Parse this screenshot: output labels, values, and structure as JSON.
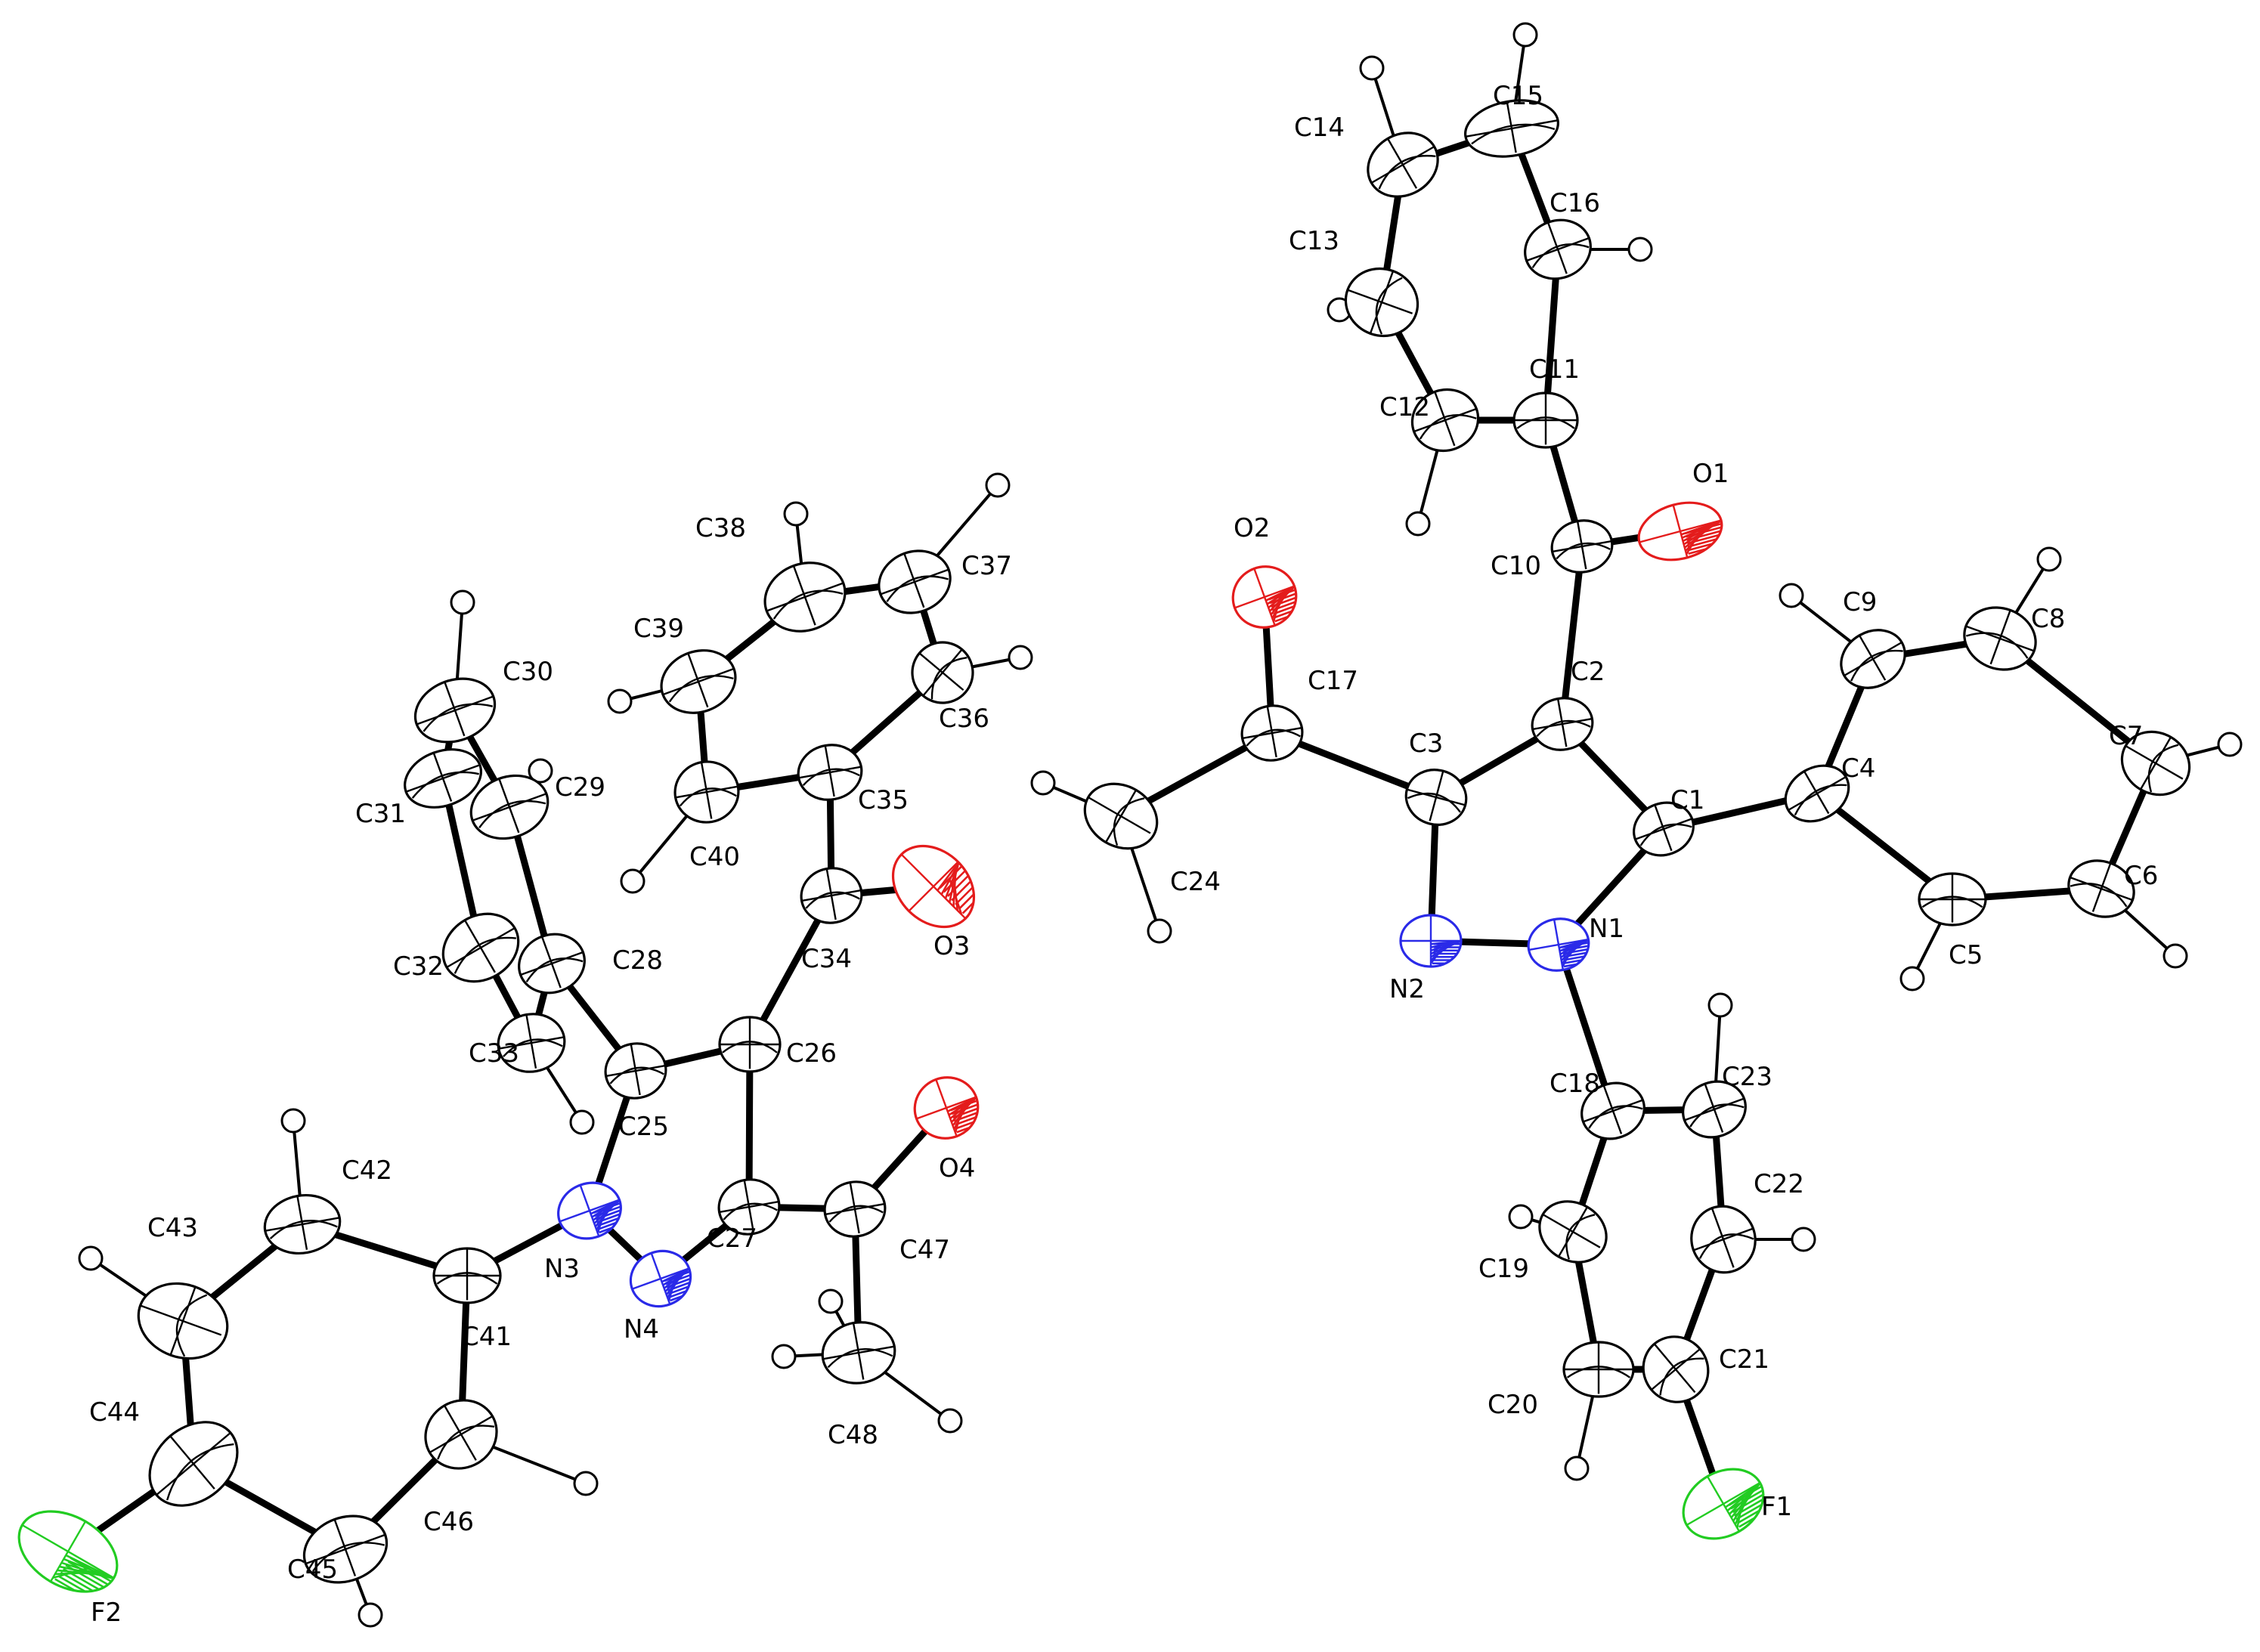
{
  "figure": {
    "type": "ORTEP crystal structure diagram",
    "molecules": 2
  },
  "colors": {
    "C": "#000000",
    "N": "#2a2ae8",
    "O": "#e41c1c",
    "F": "#22cc22",
    "H": "#000000"
  },
  "atoms": [
    {
      "id": "C1",
      "element": "C",
      "label": "C1"
    },
    {
      "id": "C2",
      "element": "C",
      "label": "C2"
    },
    {
      "id": "C3",
      "element": "C",
      "label": "C3"
    },
    {
      "id": "N1",
      "element": "N",
      "label": "N1"
    },
    {
      "id": "N2",
      "element": "N",
      "label": "N2"
    },
    {
      "id": "C4",
      "element": "C",
      "label": "C4"
    },
    {
      "id": "C5",
      "element": "C",
      "label": "C5"
    },
    {
      "id": "C6",
      "element": "C",
      "label": "C6"
    },
    {
      "id": "C7",
      "element": "C",
      "label": "C7"
    },
    {
      "id": "C8",
      "element": "C",
      "label": "C8"
    },
    {
      "id": "C9",
      "element": "C",
      "label": "C9"
    },
    {
      "id": "C10",
      "element": "C",
      "label": "C10"
    },
    {
      "id": "O1",
      "element": "O",
      "label": "O1"
    },
    {
      "id": "C11",
      "element": "C",
      "label": "C11"
    },
    {
      "id": "C12",
      "element": "C",
      "label": "C12"
    },
    {
      "id": "C13",
      "element": "C",
      "label": "C13"
    },
    {
      "id": "C14",
      "element": "C",
      "label": "C14"
    },
    {
      "id": "C15",
      "element": "C",
      "label": "C15"
    },
    {
      "id": "C16",
      "element": "C",
      "label": "C16"
    },
    {
      "id": "C17",
      "element": "C",
      "label": "C17"
    },
    {
      "id": "O2",
      "element": "O",
      "label": "O2"
    },
    {
      "id": "C24",
      "element": "C",
      "label": "C24"
    },
    {
      "id": "C18",
      "element": "C",
      "label": "C18"
    },
    {
      "id": "C19",
      "element": "C",
      "label": "C19"
    },
    {
      "id": "C20",
      "element": "C",
      "label": "C20"
    },
    {
      "id": "C21",
      "element": "C",
      "label": "C21"
    },
    {
      "id": "C22",
      "element": "C",
      "label": "C22"
    },
    {
      "id": "C23",
      "element": "C",
      "label": "C23"
    },
    {
      "id": "F1",
      "element": "F",
      "label": "F1"
    },
    {
      "id": "C25",
      "element": "C",
      "label": "C25"
    },
    {
      "id": "C26",
      "element": "C",
      "label": "C26"
    },
    {
      "id": "C27",
      "element": "C",
      "label": "C27"
    },
    {
      "id": "N3",
      "element": "N",
      "label": "N3"
    },
    {
      "id": "N4",
      "element": "N",
      "label": "N4"
    },
    {
      "id": "C28",
      "element": "C",
      "label": "C28"
    },
    {
      "id": "C29",
      "element": "C",
      "label": "C29"
    },
    {
      "id": "C30",
      "element": "C",
      "label": "C30"
    },
    {
      "id": "C31",
      "element": "C",
      "label": "C31"
    },
    {
      "id": "C32",
      "element": "C",
      "label": "C32"
    },
    {
      "id": "C33",
      "element": "C",
      "label": "C33"
    },
    {
      "id": "C34",
      "element": "C",
      "label": "C34"
    },
    {
      "id": "O3",
      "element": "O",
      "label": "O3"
    },
    {
      "id": "C35",
      "element": "C",
      "label": "C35"
    },
    {
      "id": "C36",
      "element": "C",
      "label": "C36"
    },
    {
      "id": "C37",
      "element": "C",
      "label": "C37"
    },
    {
      "id": "C38",
      "element": "C",
      "label": "C38"
    },
    {
      "id": "C39",
      "element": "C",
      "label": "C39"
    },
    {
      "id": "C40",
      "element": "C",
      "label": "C40"
    },
    {
      "id": "C47",
      "element": "C",
      "label": "C47"
    },
    {
      "id": "O4",
      "element": "O",
      "label": "O4"
    },
    {
      "id": "C48",
      "element": "C",
      "label": "C48"
    },
    {
      "id": "C41",
      "element": "C",
      "label": "C41"
    },
    {
      "id": "C42",
      "element": "C",
      "label": "C42"
    },
    {
      "id": "C43",
      "element": "C",
      "label": "C43"
    },
    {
      "id": "C44",
      "element": "C",
      "label": "C44"
    },
    {
      "id": "C45",
      "element": "C",
      "label": "C45"
    },
    {
      "id": "C46",
      "element": "C",
      "label": "C46"
    },
    {
      "id": "F2",
      "element": "F",
      "label": "F2"
    }
  ],
  "bonds": [
    [
      "C1",
      "C2"
    ],
    [
      "C2",
      "C3"
    ],
    [
      "C3",
      "N2"
    ],
    [
      "N2",
      "N1"
    ],
    [
      "N1",
      "C1"
    ],
    [
      "C1",
      "C4"
    ],
    [
      "C4",
      "C5"
    ],
    [
      "C5",
      "C6"
    ],
    [
      "C6",
      "C7"
    ],
    [
      "C7",
      "C8"
    ],
    [
      "C8",
      "C9"
    ],
    [
      "C9",
      "C4"
    ],
    [
      "C2",
      "C10"
    ],
    [
      "C10",
      "O1"
    ],
    [
      "C10",
      "C11"
    ],
    [
      "C11",
      "C12"
    ],
    [
      "C12",
      "C13"
    ],
    [
      "C13",
      "C14"
    ],
    [
      "C14",
      "C15"
    ],
    [
      "C15",
      "C16"
    ],
    [
      "C16",
      "C11"
    ],
    [
      "C3",
      "C17"
    ],
    [
      "C17",
      "O2"
    ],
    [
      "C17",
      "C24"
    ],
    [
      "N1",
      "C18"
    ],
    [
      "C18",
      "C19"
    ],
    [
      "C19",
      "C20"
    ],
    [
      "C20",
      "C21"
    ],
    [
      "C21",
      "C22"
    ],
    [
      "C22",
      "C23"
    ],
    [
      "C23",
      "C18"
    ],
    [
      "C21",
      "F1"
    ],
    [
      "C25",
      "C26"
    ],
    [
      "C26",
      "C27"
    ],
    [
      "C27",
      "N4"
    ],
    [
      "N4",
      "N3"
    ],
    [
      "N3",
      "C25"
    ],
    [
      "C25",
      "C28"
    ],
    [
      "C28",
      "C29"
    ],
    [
      "C29",
      "C30"
    ],
    [
      "C30",
      "C31"
    ],
    [
      "C31",
      "C32"
    ],
    [
      "C32",
      "C33"
    ],
    [
      "C33",
      "C28"
    ],
    [
      "C26",
      "C34"
    ],
    [
      "C34",
      "O3"
    ],
    [
      "C34",
      "C35"
    ],
    [
      "C35",
      "C36"
    ],
    [
      "C36",
      "C37"
    ],
    [
      "C37",
      "C38"
    ],
    [
      "C38",
      "C39"
    ],
    [
      "C39",
      "C40"
    ],
    [
      "C40",
      "C35"
    ],
    [
      "C27",
      "C47"
    ],
    [
      "C47",
      "O4"
    ],
    [
      "C47",
      "C48"
    ],
    [
      "N3",
      "C41"
    ],
    [
      "C41",
      "C42"
    ],
    [
      "C42",
      "C43"
    ],
    [
      "C43",
      "C44"
    ],
    [
      "C44",
      "C45"
    ],
    [
      "C45",
      "C46"
    ],
    [
      "C46",
      "C41"
    ],
    [
      "C44",
      "F2"
    ]
  ]
}
